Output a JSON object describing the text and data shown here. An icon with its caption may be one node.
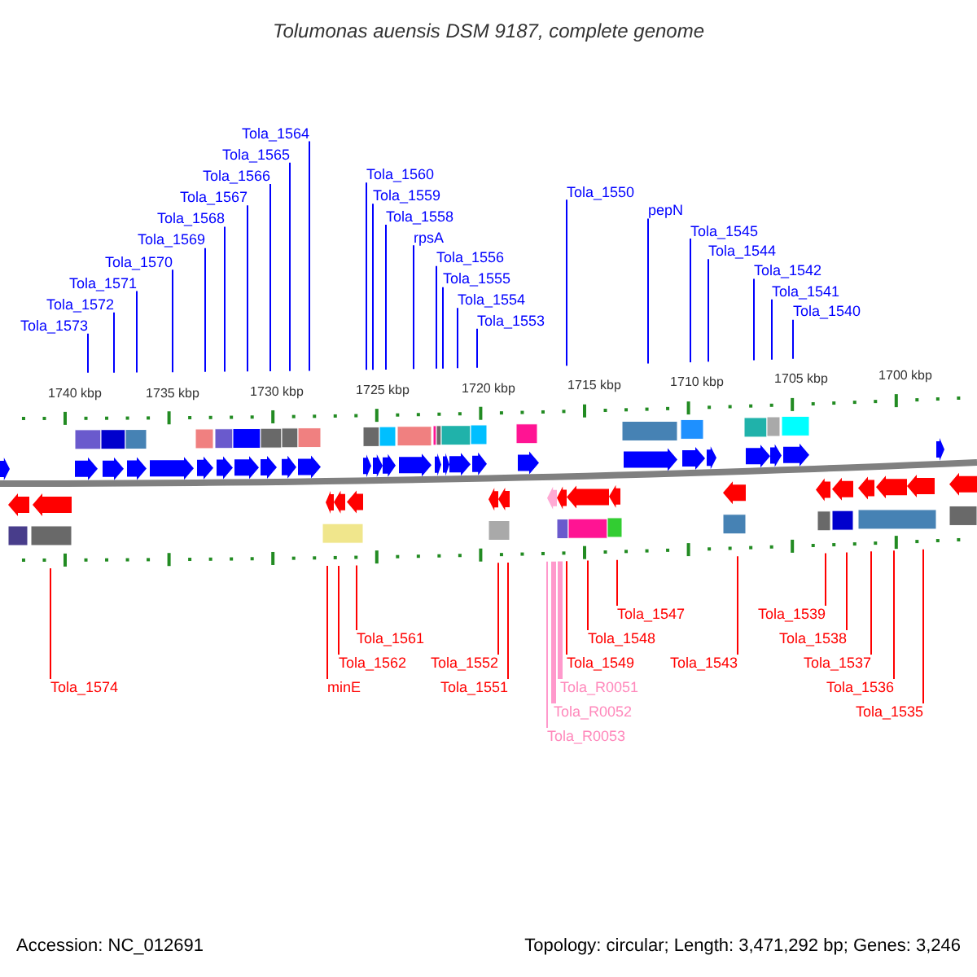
{
  "diagram": {
    "title": "Tolumonas auensis DSM 9187, complete genome",
    "nodes": [
      {
        "text": [
          "Tola_1573"
        ]
      },
      {
        "text": [
          "Tola_1572"
        ]
      },
      {
        "text": [
          "Tola_1571"
        ]
      },
      {
        "text": [
          "Tola_1570"
        ]
      },
      {
        "text": [
          "Tola_1569"
        ]
      },
      {
        "text": [
          "Tola_1568"
        ]
      },
      {
        "text": [
          "Tola_1567"
        ]
      },
      {
        "text": [
          "Tola_1566"
        ]
      },
      {
        "text": [
          "Tola_1565"
        ]
      },
      {
        "text": [
          "Tola_1564"
        ]
      },
      {
        "text": [
          "Tola_1560"
        ]
      },
      {
        "text": [
          "Tola_1559"
        ]
      },
      {
        "text": [
          "Tola_1558"
        ]
      },
      {
        "text": [
          "rpsA"
        ]
      },
      {
        "text": [
          "Tola_1556"
        ]
      },
      {
        "text": [
          "Tola_1555"
        ]
      },
      {
        "text": [
          "Tola_1554"
        ]
      },
      {
        "text": [
          "Tola_1553"
        ]
      },
      {
        "text": [
          "Tola_1550"
        ]
      },
      {
        "text": [
          "pepN"
        ]
      },
      {
        "text": [
          "Tola_1545"
        ]
      },
      {
        "text": [
          "Tola_1544"
        ]
      },
      {
        "text": [
          "Tola_1542"
        ]
      },
      {
        "text": [
          "Tola_1541"
        ]
      },
      {
        "text": [
          "Tola_1540"
        ]
      },
      {
        "text": [
          "Tola_1574"
        ]
      },
      {
        "text": [
          "minE"
        ]
      },
      {
        "text": [
          "Tola_1562"
        ]
      },
      {
        "text": [
          "Tola_1561"
        ]
      },
      {
        "text": [
          "Tola_1552"
        ]
      },
      {
        "text": [
          "Tola_1551"
        ]
      },
      {
        "text": [
          "Tola_1549"
        ]
      },
      {
        "text": [
          "Tola_1548"
        ]
      },
      {
        "text": [
          "Tola_1547"
        ]
      },
      {
        "text": [
          "Tola_R0051"
        ]
      },
      {
        "text": [
          "Tola_R0052"
        ]
      },
      {
        "text": [
          "Tola_R0053"
        ]
      },
      {
        "text": [
          "Tola_1543"
        ]
      },
      {
        "text": [
          "Tola_1539"
        ]
      },
      {
        "text": [
          "Tola_1538"
        ]
      },
      {
        "text": [
          "Tola_1537"
        ]
      },
      {
        "text": [
          "Tola_1536"
        ]
      },
      {
        "text": [
          "Tola_1535"
        ]
      }
    ],
    "edges": [
      {
        "from": 0,
        "to": null,
        "arrow": "none"
      },
      {
        "from": 1,
        "to": null,
        "arrow": "none"
      },
      {
        "from": 2,
        "to": null,
        "arrow": "none"
      },
      {
        "from": 3,
        "to": null,
        "arrow": "none"
      },
      {
        "from": 4,
        "to": null,
        "arrow": "none"
      },
      {
        "from": 5,
        "to": null,
        "arrow": "none"
      },
      {
        "from": 6,
        "to": null,
        "arrow": "none"
      },
      {
        "from": 7,
        "to": null,
        "arrow": "none"
      },
      {
        "from": 8,
        "to": null,
        "arrow": "none"
      },
      {
        "from": 9,
        "to": null,
        "arrow": "none"
      },
      {
        "from": 10,
        "to": null,
        "arrow": "none"
      },
      {
        "from": 11,
        "to": null,
        "arrow": "none"
      },
      {
        "from": 12,
        "to": null,
        "arrow": "none"
      },
      {
        "from": 13,
        "to": null,
        "arrow": "none"
      },
      {
        "from": 14,
        "to": null,
        "arrow": "none"
      },
      {
        "from": 15,
        "to": null,
        "arrow": "none"
      },
      {
        "from": 16,
        "to": null,
        "arrow": "none"
      },
      {
        "from": 17,
        "to": null,
        "arrow": "none"
      },
      {
        "from": 18,
        "to": null,
        "arrow": "none"
      },
      {
        "from": 19,
        "to": null,
        "arrow": "none"
      },
      {
        "from": 20,
        "to": null,
        "arrow": "none"
      },
      {
        "from": 21,
        "to": null,
        "arrow": "none"
      },
      {
        "from": 22,
        "to": null,
        "arrow": "none"
      },
      {
        "from": 23,
        "to": null,
        "arrow": "none"
      },
      {
        "from": 24,
        "to": null,
        "arrow": "none"
      },
      {
        "from": 25,
        "to": null,
        "arrow": "none",
        "color": "#ff0000"
      },
      {
        "from": 26,
        "to": null,
        "arrow": "none",
        "color": "#ff0000"
      },
      {
        "from": 27,
        "to": null,
        "arrow": "none",
        "color": "#ff0000"
      },
      {
        "from": 28,
        "to": null,
        "arrow": "none",
        "color": "#ff0000"
      },
      {
        "from": 29,
        "to": null,
        "arrow": "none",
        "color": "#ff0000"
      },
      {
        "from": 30,
        "to": null,
        "arrow": "none",
        "color": "#ff0000"
      },
      {
        "from": 31,
        "to": null,
        "arrow": "none",
        "color": "#ff0000"
      },
      {
        "from": 32,
        "to": null,
        "arrow": "none",
        "color": "#ff0000"
      },
      {
        "from": 33,
        "to": null,
        "arrow": "none",
        "color": "#ff0000"
      },
      {
        "from": 34,
        "to": null,
        "arrow": "none",
        "style": "thick",
        "color": "#ff99cc"
      },
      {
        "from": 35,
        "to": null,
        "arrow": "none",
        "style": "thick",
        "color": "#ff99cc"
      },
      {
        "from": 36,
        "to": null,
        "arrow": "none",
        "color": "#ff99cc"
      },
      {
        "from": 37,
        "to": null,
        "arrow": "none",
        "color": "#ff0000"
      },
      {
        "from": 38,
        "to": null,
        "arrow": "none",
        "color": "#ff0000"
      },
      {
        "from": 39,
        "to": null,
        "arrow": "none",
        "color": "#ff0000"
      },
      {
        "from": 40,
        "to": null,
        "arrow": "none",
        "color": "#ff0000"
      },
      {
        "from": 41,
        "to": null,
        "arrow": "none",
        "color": "#ff0000"
      },
      {
        "from": 42,
        "to": null,
        "arrow": "none",
        "color": "#ff0000"
      }
    ],
    "labels": [
      "1740 kbp",
      "1735 kbp",
      "1730 kbp",
      "1725 kbp",
      "1720 kbp",
      "1715 kbp",
      "1710 kbp",
      "1705 kbp",
      "1700 kbp",
      "Accession: NC_012691",
      "Topology: circular; Length: 3,471,292 bp; Genes: 3,246"
    ]
  }
}
